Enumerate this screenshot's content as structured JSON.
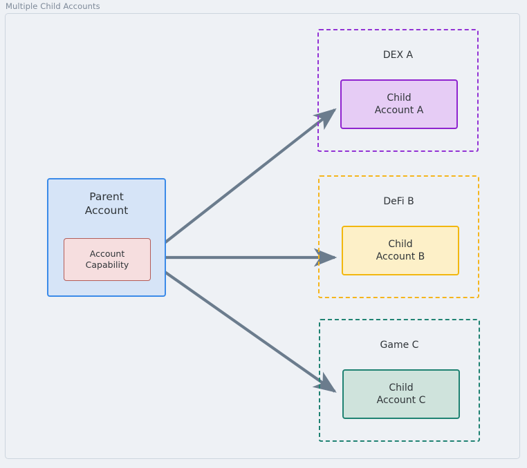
{
  "diagram": {
    "title": "Multiple Child Accounts",
    "type": "flowchart",
    "background_color": "#eef1f5",
    "frame_border_color": "#ccd5de",
    "edge_color": "#6b7c8d"
  },
  "nodes": {
    "parent_account": {
      "label_line1": "Parent",
      "label_line2": "Account",
      "fill_color": "#d6e4f7",
      "border_color": "#3a8ae8"
    },
    "account_capability": {
      "label_line1": "Account",
      "label_line2": "Capability",
      "fill_color": "#f6dedf",
      "border_color": "#b35c58"
    },
    "child_a": {
      "label_line1": "Child",
      "label_line2": "Account A",
      "fill_color": "#e6ccf5",
      "border_color": "#8f23cf"
    },
    "child_b": {
      "label_line1": "Child",
      "label_line2": "Account B",
      "fill_color": "#fdf0c8",
      "border_color": "#f2b70f"
    },
    "child_c": {
      "label_line1": "Child",
      "label_line2": "Account C",
      "fill_color": "#cfe3dc",
      "border_color": "#1f8272"
    }
  },
  "clusters": [
    {
      "id": "dex-a",
      "label": "DEX A",
      "border_color": "#9232d4"
    },
    {
      "id": "defi-b",
      "label": "DeFi B",
      "border_color": "#f5b51c"
    },
    {
      "id": "game-c",
      "label": "Game C",
      "border_color": "#1f8272"
    }
  ],
  "edges": [
    {
      "from": "account_capability",
      "to": "child_a",
      "style": "solid-arrow"
    },
    {
      "from": "account_capability",
      "to": "child_b",
      "style": "solid-arrow"
    },
    {
      "from": "account_capability",
      "to": "child_c",
      "style": "solid-arrow"
    }
  ]
}
